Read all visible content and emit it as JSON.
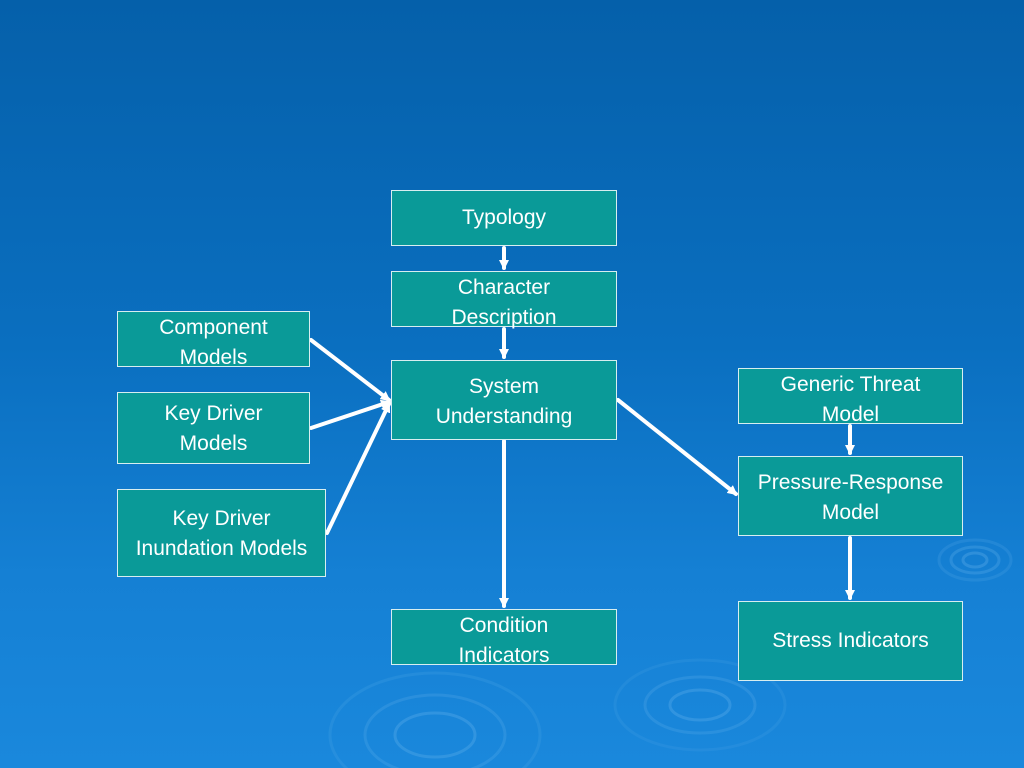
{
  "diagram": {
    "nodes": {
      "typology": "Typology",
      "character_description": "Character\nDescription",
      "system_understanding": "System\nUnderstanding",
      "component_models": "Component\nModels",
      "key_driver_models": "Key Driver\nModels",
      "key_driver_inundation_models": "Key Driver\nInundation Models",
      "condition_indicators": "Condition\nIndicators",
      "generic_threat_model": "Generic Threat\nModel",
      "pressure_response_model": "Pressure-Response\nModel",
      "stress_indicators": "Stress Indicators"
    },
    "edges": [
      {
        "from": "typology",
        "to": "character_description"
      },
      {
        "from": "character_description",
        "to": "system_understanding"
      },
      {
        "from": "component_models",
        "to": "system_understanding"
      },
      {
        "from": "key_driver_models",
        "to": "system_understanding"
      },
      {
        "from": "key_driver_inundation_models",
        "to": "system_understanding"
      },
      {
        "from": "system_understanding",
        "to": "condition_indicators"
      },
      {
        "from": "system_understanding",
        "to": "pressure_response_model"
      },
      {
        "from": "generic_threat_model",
        "to": "pressure_response_model"
      },
      {
        "from": "pressure_response_model",
        "to": "stress_indicators"
      }
    ]
  },
  "colors": {
    "background_top": "#0560aa",
    "background_bottom": "#1a88dc",
    "node_fill": "#0a9a98",
    "node_border": "#d8eef0",
    "text": "#ffffff",
    "arrow": "#ffffff"
  }
}
